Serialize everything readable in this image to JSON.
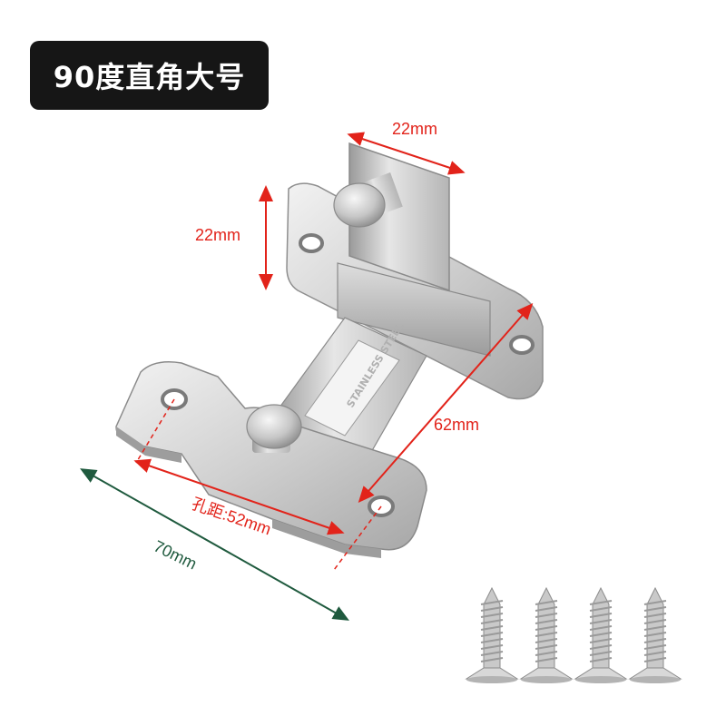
{
  "title": "90度直角大号",
  "dimensions": {
    "top_width": "22mm",
    "left_height": "22mm",
    "length": "62mm",
    "hole_spacing": "孔距:52mm",
    "overall": "70mm"
  },
  "stamp": "STAINLESS STEEL",
  "screws_count": 4,
  "colors": {
    "badge": "#161616",
    "dimension_red": "#e2231a",
    "dimension_green": "#1f5a3e",
    "steel_light": "#e8e8e8",
    "steel_mid": "#bdbdbd",
    "steel_dark": "#8c8c8c"
  }
}
